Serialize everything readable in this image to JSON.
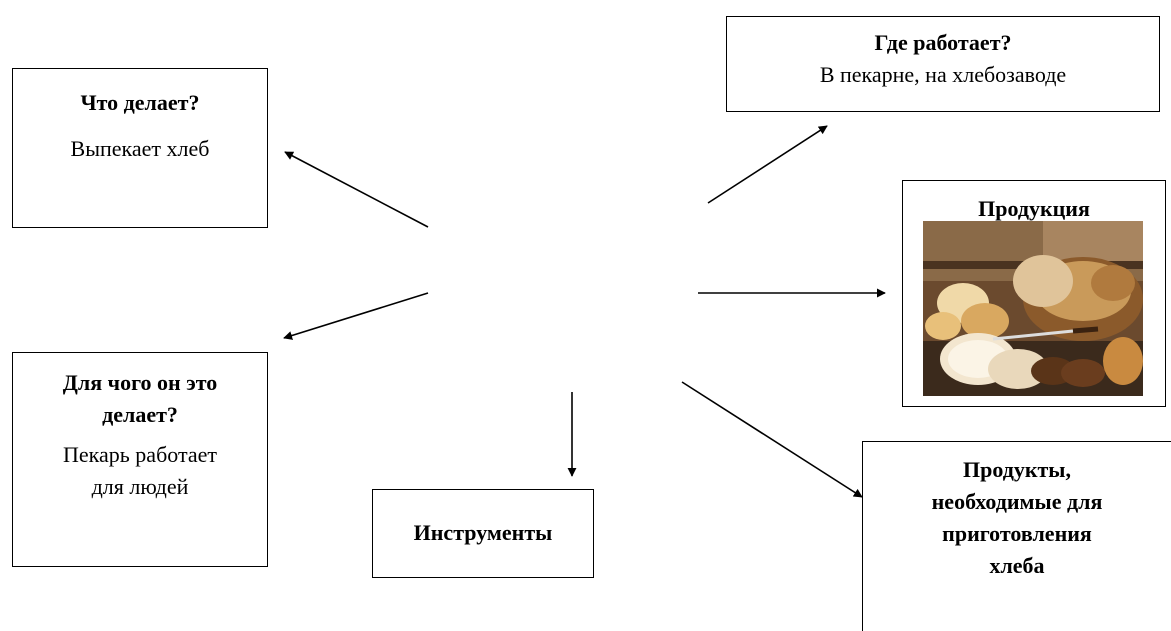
{
  "what": {
    "question": "Что делает?",
    "answer": "Выпекает хлеб"
  },
  "where": {
    "question": "Где работает?",
    "answer": "В пекарне,  на хлебозаводе"
  },
  "products": {
    "title": "Продукция",
    "image": "bread-assortment-photo"
  },
  "why": {
    "question_line1": "Для чого он это",
    "question_line2": "делает?",
    "answer_line1": "Пекарь работает",
    "answer_line2": "для людей"
  },
  "tools": {
    "title": "Инструменты"
  },
  "ingredients": {
    "line1": "Продукты,",
    "line2": "необходимые для",
    "line3": "приготовления",
    "line4": "хлеба"
  }
}
